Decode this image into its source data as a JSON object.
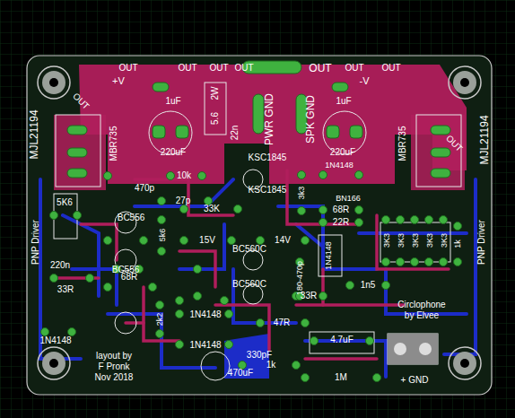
{
  "diagram": {
    "labels": [
      "OUT",
      "OUT",
      "OUT",
      "OUT",
      "OUT",
      "OUT",
      "OUT",
      "OUT",
      "OUT",
      "+V",
      "-V",
      "1uF",
      "1uF",
      "2W",
      "5.6",
      "22n",
      "PWR GND",
      "SPK GND",
      "220uF",
      "220uF",
      "MJL21194",
      "MJL21194",
      "MBR735",
      "MBR735",
      "KSC1845",
      "1N4148",
      "10k",
      "470p",
      "27p",
      "KSC1845",
      "3k3",
      "BN166",
      "68R",
      "22R",
      "33K",
      "5K6",
      "BC556",
      "5k6",
      "15V",
      "14V",
      "BC560C",
      "3K3",
      "3K3",
      "3K3",
      "3K3",
      "3K3",
      "1k",
      "PNP Driver",
      "PNP Driver",
      "BC556",
      "220n",
      "68R",
      "33R",
      "BC560C",
      "180-470p",
      "1N4148",
      "1n5",
      "33R",
      "1N4148",
      "2k2",
      "1N4148",
      "1N4148",
      "47R",
      "4.7uF",
      "330pF",
      "1k",
      "470uF",
      "1M",
      "layout by",
      "F Pronk",
      "Nov 2018",
      "Circlophone",
      "by Elvee",
      "+ GND"
    ]
  }
}
